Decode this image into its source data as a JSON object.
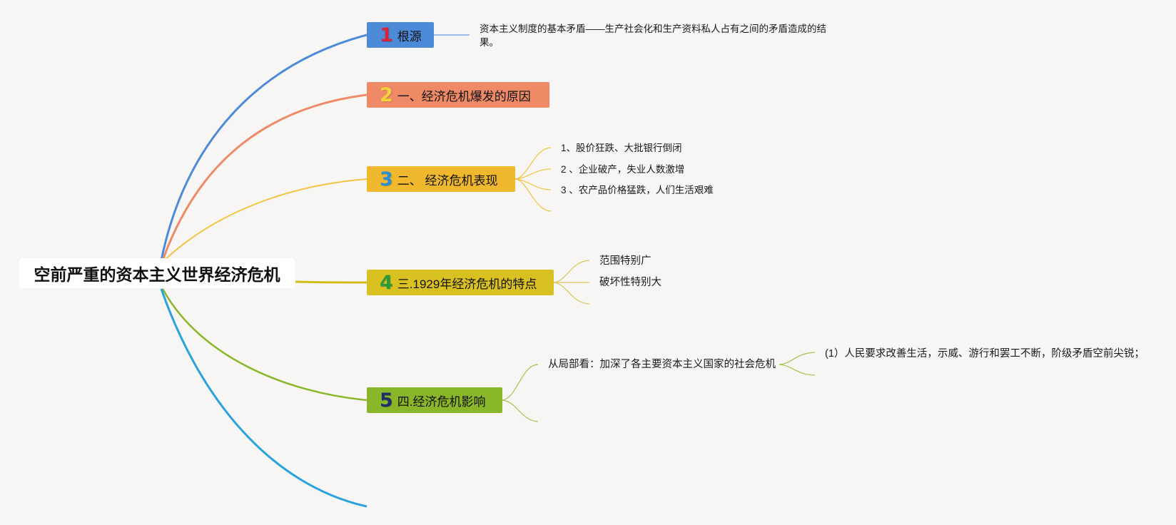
{
  "root": {
    "title": "空前严重的资本主义世界经济危机"
  },
  "branches": [
    {
      "num": "1",
      "label": "根源",
      "color": "#4d8ad8",
      "num_color": "#d8243a"
    },
    {
      "num": "2",
      "label": "一、经济危机爆发的原因",
      "color": "#ef8a66",
      "num_color": "#f4d23a"
    },
    {
      "num": "3",
      "label": "二、 经济危机表现",
      "color": "#f0b82c",
      "num_color": "#2b8fd6"
    },
    {
      "num": "4",
      "label": "三.1929年经济危机的特点",
      "color": "#d9c122",
      "num_color": "#2a9a3a"
    },
    {
      "num": "5",
      "label": "四.经济危机影响",
      "color": "#8ab62a",
      "num_color": "#1f2d6b"
    }
  ],
  "leaves": {
    "root_cause": "资本主义制度的基本矛盾——生产社会化和生产资料私人占有之间的矛盾造成的结果。",
    "manifestations": [
      "1、股价狂跌、大批银行倒闭",
      "2 、企业破产，失业人数激增",
      "3 、农产品价格猛跌，人们生活艰难"
    ],
    "characteristics": [
      "范围特别广",
      "破坏性特别大"
    ],
    "impact_local": "从局部看：加深了各主要资本主义国家的社会危机",
    "impact_detail": "(1）人民要求改善生活，示威、游行和罢工不断，阶级矛盾空前尖锐；"
  },
  "colors": {
    "bg": "#f7f6f4",
    "line_blue": "#4d8ad8",
    "line_orange": "#ef8a66",
    "line_yellow": "#f0c440",
    "line_olive": "#d0bc1c",
    "line_green": "#8ab62a",
    "line_cyan": "#2aa3dc"
  }
}
